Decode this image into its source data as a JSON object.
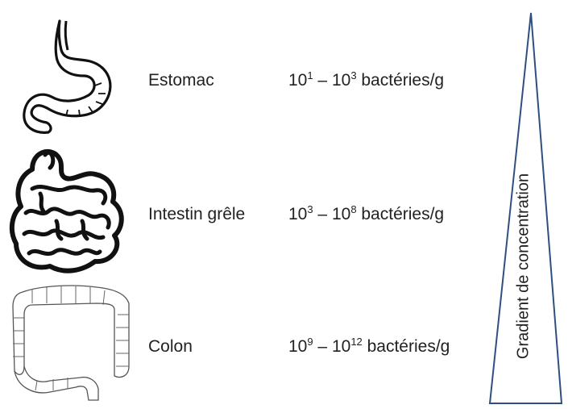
{
  "rows": [
    {
      "organ": "Estomac",
      "icon": "stomach-icon",
      "low_base": "10",
      "low_exp": "1",
      "dash": " – ",
      "high_base": "10",
      "high_exp": "3",
      "unit": " bactéries/g"
    },
    {
      "organ": "Intestin grêle",
      "icon": "small-intestine-icon",
      "low_base": "10",
      "low_exp": "3",
      "dash": " – ",
      "high_base": "10",
      "high_exp": "8",
      "unit": " bactéries/g"
    },
    {
      "organ": "Colon",
      "icon": "colon-icon",
      "low_base": "10",
      "low_exp": "9",
      "dash": " – ",
      "high_base": "10",
      "high_exp": "12",
      "unit": " bactéries/g"
    }
  ],
  "gradient": {
    "label": "Gradient de concentration",
    "stroke": "#2f4f80"
  }
}
